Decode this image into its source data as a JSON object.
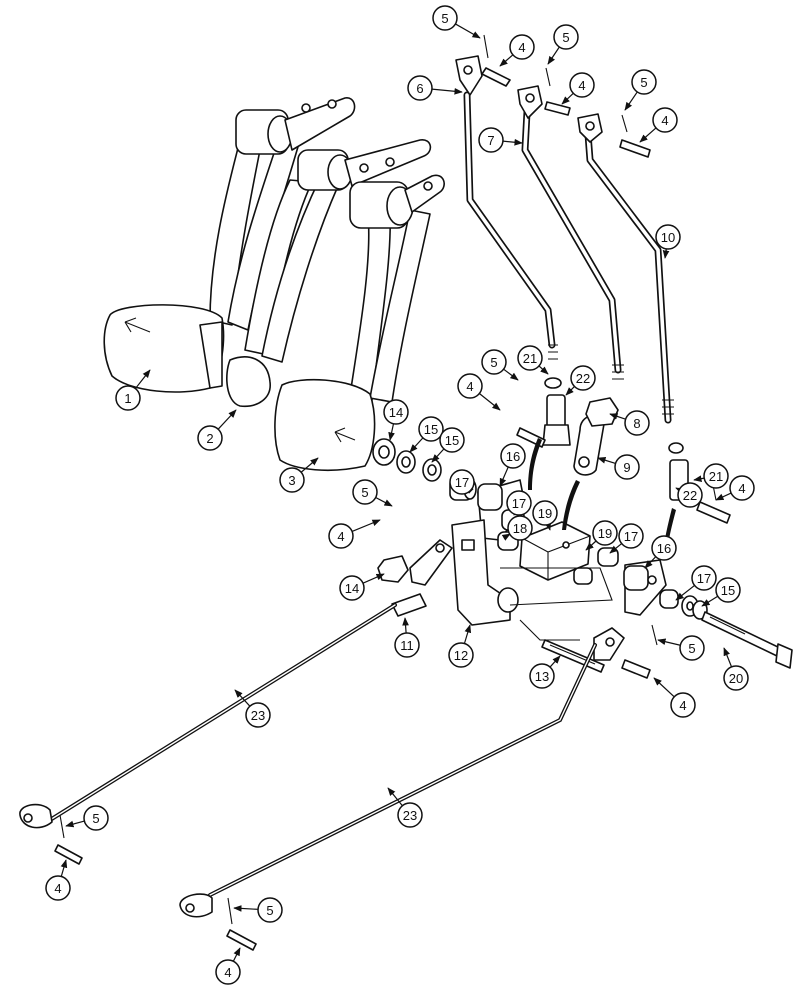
{
  "callouts": [
    "1",
    "2",
    "3",
    "4",
    "5",
    "6",
    "7",
    "8",
    "9",
    "10",
    "11",
    "12",
    "13",
    "14",
    "15",
    "16",
    "17",
    "18",
    "19",
    "20",
    "21",
    "22",
    "23"
  ],
  "colors": {
    "ink": "#111111",
    "paper": "#ffffff"
  }
}
